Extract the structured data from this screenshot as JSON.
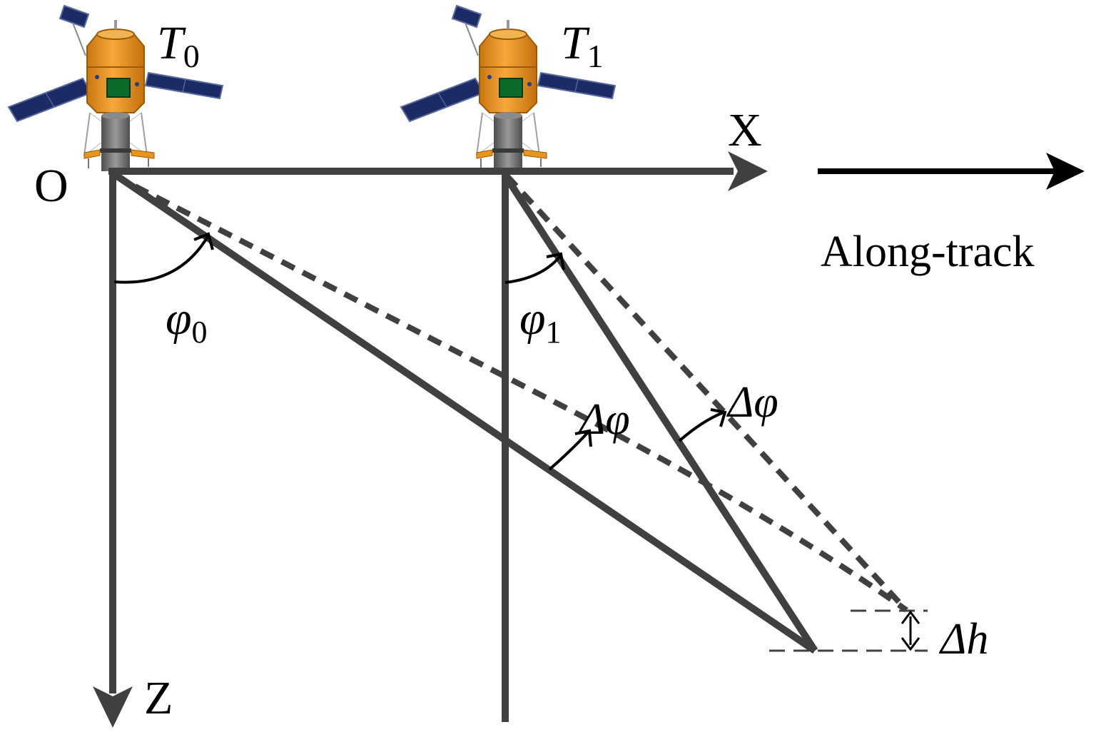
{
  "labels": {
    "origin": "O",
    "x_axis": "X",
    "z_axis": "Z",
    "along_track": "Along-track",
    "t0_base": "T",
    "t0_sub": "0",
    "t1_base": "T",
    "t1_sub": "1",
    "phi0_base": "φ",
    "phi0_sub": "0",
    "phi1_base": "φ",
    "phi1_sub": "1",
    "delta_phi_a": "Δφ",
    "delta_phi_b": "Δφ",
    "delta_h": "Δh"
  },
  "colors": {
    "axis": "#404040",
    "arrow_black": "#000000",
    "satellite_body": "#e8951e",
    "satellite_body_dark": "#b86a0c",
    "solar_panel": "#1c2a66",
    "satellite_window": "#0c6a2a",
    "satellite_base": "#6b6b6b"
  },
  "icons": [
    "satellite-t0-icon",
    "satellite-t1-icon"
  ]
}
